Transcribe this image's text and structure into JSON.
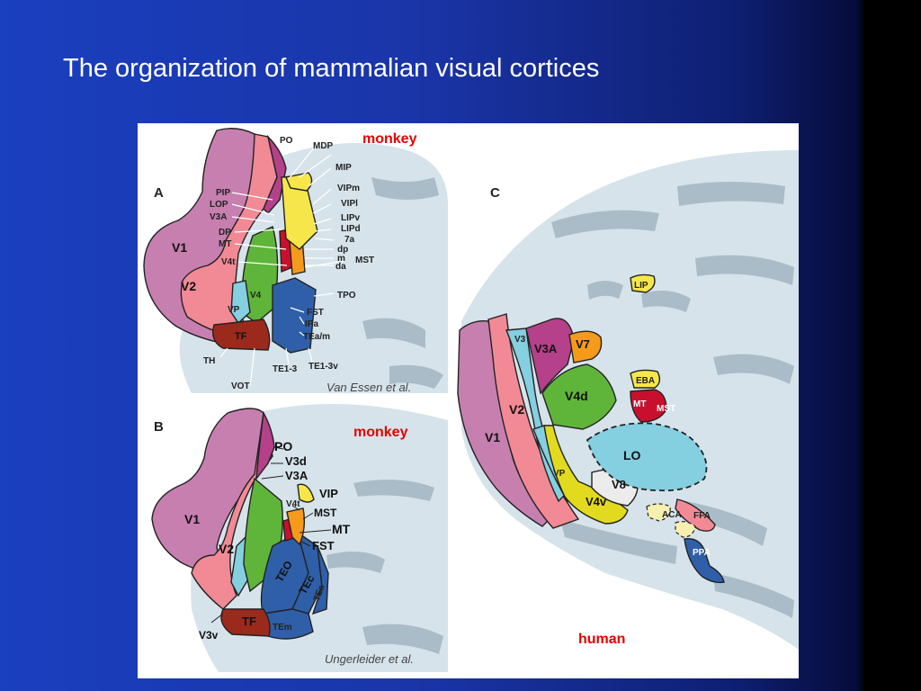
{
  "slide": {
    "title": "The organization of mammalian visual cortices"
  },
  "colors": {
    "background_blue": "#1a3fbf",
    "species_label": "#e60000",
    "V1": "#c77fb0",
    "V2": "#f28a96",
    "V3": "#84cfe0",
    "V3A": "#b4418a",
    "V4": "#5fb53a",
    "V7": "#f59a1a",
    "MT": "#c8102e",
    "LO": "#84cfe0",
    "V4v": "#e2da1e",
    "TE": "#2f5fa8",
    "TF": "#9b2a1c",
    "cortex_light": "#d6e3ea",
    "sulci_dark": "#a9bcc8"
  },
  "panel_a": {
    "letter": "A",
    "species": "monkey",
    "credit": "Van Essen et al.",
    "labels": {
      "V1": "V1",
      "V2": "V2",
      "PIP": "PIP",
      "LOP": "LOP",
      "V3A": "V3A",
      "DP": "DP",
      "MT": "MT",
      "V4t": "V4t",
      "V4": "V4",
      "VP": "VP",
      "TF": "TF",
      "TH": "TH",
      "VOT": "VOT",
      "TE1_3": "TE1-3",
      "TE1_3v": "TE1-3v",
      "PO": "PO",
      "MDP": "MDP",
      "MIP": "MIP",
      "VIPm": "VIPm",
      "VIPl": "VIPl",
      "LIPv": "LIPv",
      "LIPd": "LIPd",
      "a7": "7a",
      "dp": "dp",
      "m": "m",
      "da": "da",
      "MST": "MST",
      "TPO": "TPO",
      "FST": "FST",
      "IPa": "IPa",
      "TEam": "TEa/m"
    }
  },
  "panel_b": {
    "letter": "B",
    "species": "monkey",
    "credit": "Ungerleider et al.",
    "labels": {
      "V1": "V1",
      "V2": "V2",
      "V3v": "V3v",
      "PO": "PO",
      "V3d": "V3d",
      "V3A": "V3A",
      "VIP": "VIP",
      "V4t": "V4t",
      "MST": "MST",
      "MT": "MT",
      "FST": "FST",
      "TEO": "TEO",
      "TEc": "TEc",
      "TEa": "TEa",
      "TEm": "TEm",
      "TF": "TF"
    }
  },
  "panel_c": {
    "letter": "C",
    "species": "human",
    "labels": {
      "V1": "V1",
      "V2": "V2",
      "V3": "V3",
      "V3A": "V3A",
      "V7": "V7",
      "V4d": "V4d",
      "VP": "VP",
      "V4v": "V4v",
      "V8": "V8",
      "LO": "LO",
      "LIP": "LIP",
      "EBA": "EBA",
      "MT": "MT",
      "MST": "MST",
      "ACA": "ACA",
      "FFA": "FFA",
      "PPA": "PPA"
    }
  }
}
